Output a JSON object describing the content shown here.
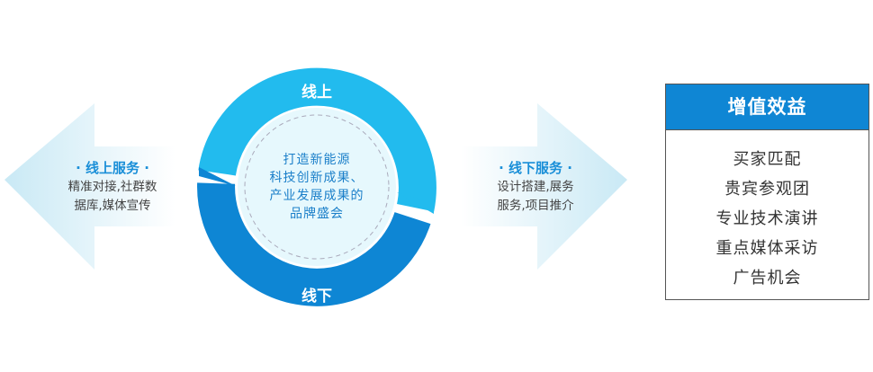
{
  "left_service": {
    "title": "· 线上服务 ·",
    "lines": [
      "精准对接,社群数",
      "据库,媒体宣传"
    ]
  },
  "right_service": {
    "title": "· 线下服务 ·",
    "lines": [
      "设计搭建,展务",
      "服务,项目推介"
    ]
  },
  "cycle": {
    "top_label": "线上",
    "bottom_label": "线下",
    "center_lines": [
      "打造新能源",
      "科技创新成果、",
      "产业发展成果的",
      "品牌盛会"
    ]
  },
  "benefits": {
    "title": "增值效益",
    "items": [
      "买家匹配",
      "贵宾参观团",
      "专业技术演讲",
      "重点媒体采访",
      "广告机会"
    ]
  },
  "colors": {
    "light_blue": "#22bbee",
    "dark_blue": "#0e86d4",
    "arrow_fill": "#d3eef8"
  }
}
